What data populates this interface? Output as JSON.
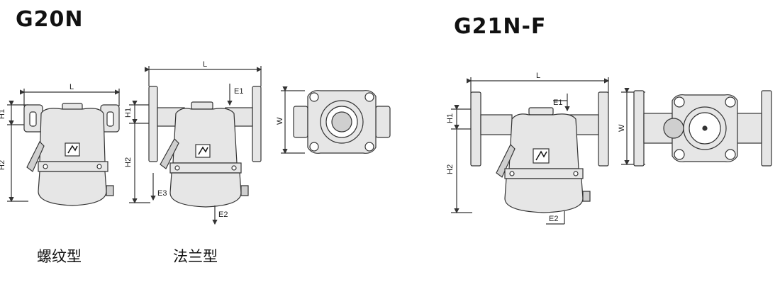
{
  "titles": {
    "left": "G20N",
    "right": "G21N-F"
  },
  "captions": {
    "threaded": "螺纹型",
    "flanged": "法兰型"
  },
  "dims": {
    "L": "L",
    "H1": "H1",
    "H2": "H2",
    "W": "W",
    "E1": "E1",
    "E2": "E2",
    "E3": "E3"
  },
  "colors": {
    "line": "#333333",
    "body": "#e6e6e6",
    "shade": "#cfcfcf",
    "ink": "#111111"
  }
}
